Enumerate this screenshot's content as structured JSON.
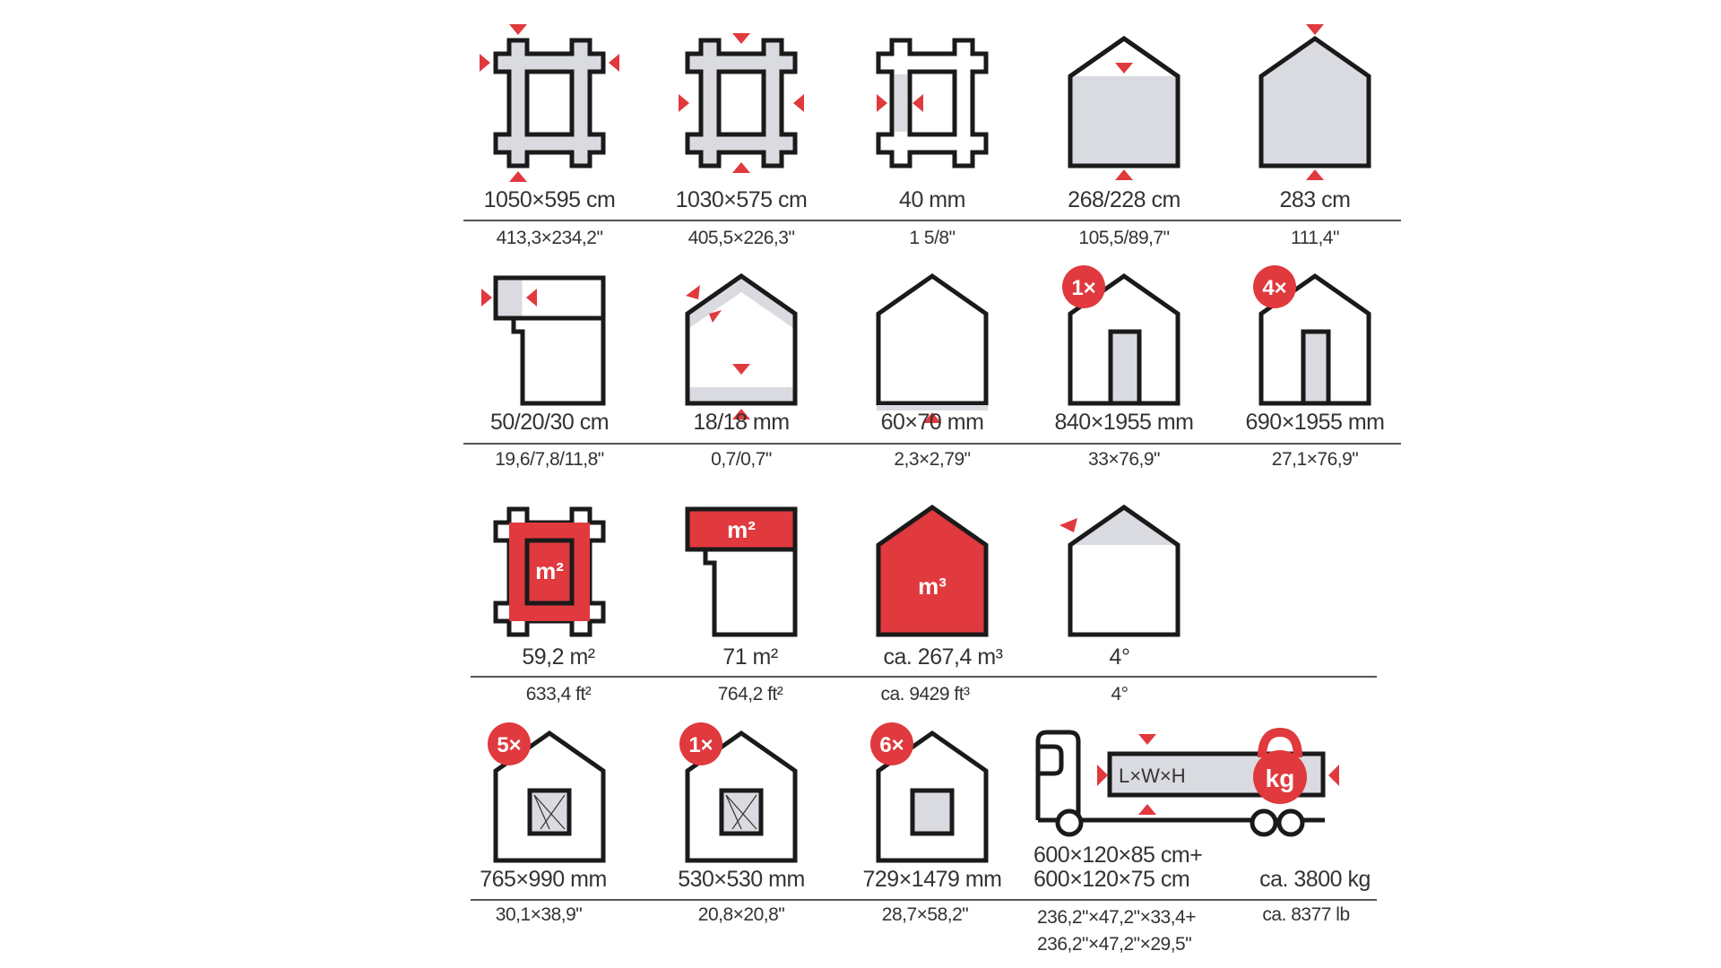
{
  "colors": {
    "accent": "#e0393e",
    "fill": "#d9dbe0",
    "line": "#1a1a1a"
  },
  "rows": [
    {
      "items": [
        {
          "icon": "frame-outer-dimensions-icon",
          "primary": "1050×595 cm",
          "secondary": "413,3×234,2\""
        },
        {
          "icon": "frame-inner-dimensions-icon",
          "primary": "1030×575 cm",
          "secondary": "405,5×226,3\""
        },
        {
          "icon": "frame-post-thickness-icon",
          "primary": "40 mm",
          "secondary": "1 5/8\""
        },
        {
          "icon": "wall-height-icon",
          "primary": "268/228 cm",
          "secondary": "105,5/89,7\""
        },
        {
          "icon": "ridge-height-icon",
          "primary": "283 cm",
          "secondary": "111,4\""
        }
      ]
    },
    {
      "items": [
        {
          "icon": "roof-overhang-icon",
          "primary": "50/20/30 cm",
          "secondary": "19,6/7,8/11,8\""
        },
        {
          "icon": "roof-floor-thickness-icon",
          "primary": "18/18 mm",
          "secondary": "0,7/0,7\""
        },
        {
          "icon": "foundation-icon",
          "primary": "60×70 mm",
          "secondary": "2,3×2,79\""
        },
        {
          "icon": "door-icon",
          "badge": "1×",
          "primary": "840×1955 mm",
          "secondary": "33×76,9\""
        },
        {
          "icon": "door-icon",
          "badge": "4×",
          "primary": "690×1955 mm",
          "secondary": "27,1×76,9\""
        }
      ]
    },
    {
      "items": [
        {
          "icon": "floor-area-icon",
          "label": "m²",
          "primary": "59,2 m²",
          "secondary": "633,4 ft²"
        },
        {
          "icon": "roof-area-icon",
          "label": "m²",
          "primary": "71 m²",
          "secondary": "764,2 ft²"
        },
        {
          "icon": "volume-icon",
          "label": "m³",
          "primary": "ca. 267,4 m³",
          "secondary": "ca. 9429 ft³"
        },
        {
          "icon": "roof-pitch-icon",
          "primary": "4°",
          "secondary": "4°"
        }
      ]
    },
    {
      "items": [
        {
          "icon": "window-icon",
          "badge": "5×",
          "primary": "765×990 mm",
          "secondary": "30,1×38,9\""
        },
        {
          "icon": "window-icon",
          "badge": "1×",
          "primary": "530×530 mm",
          "secondary": "20,8×20,8\""
        },
        {
          "icon": "fixed-window-icon",
          "badge": "6×",
          "primary": "729×1479 mm",
          "secondary": "28,7×58,2\""
        }
      ]
    }
  ],
  "shipping": {
    "dims_label": "L×W×H",
    "weight_label": "kg",
    "primary_1": "600×120×85 cm+",
    "primary_2": "600×120×75 cm",
    "secondary_1": "236,2\"×47,2\"×33,4+",
    "secondary_2": "236,2\"×47,2\"×29,5\"",
    "weight_primary": "ca. 3800 kg",
    "weight_secondary": "ca. 8377 lb"
  }
}
